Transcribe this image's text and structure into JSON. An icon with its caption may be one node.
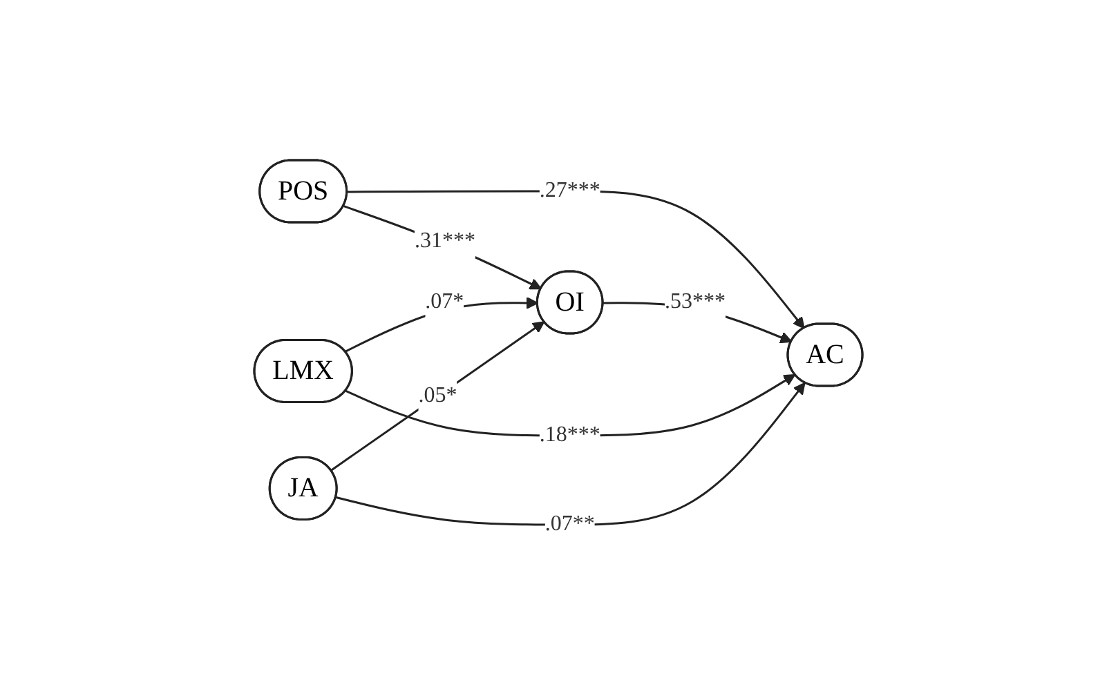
{
  "diagram": {
    "nodes": [
      {
        "text": [
          "POS"
        ]
      },
      {
        "text": [
          "LMX"
        ]
      },
      {
        "text": [
          "JA"
        ]
      },
      {
        "text": [
          "OI"
        ]
      },
      {
        "text": [
          "AC"
        ]
      }
    ],
    "edges": [
      {
        "from": 0,
        "to": 4,
        "arrow": "to",
        "label": ".27***"
      },
      {
        "from": 0,
        "to": 3,
        "arrow": "to",
        "label": ".31***"
      },
      {
        "from": 1,
        "to": 3,
        "arrow": "to",
        "label": ".07*"
      },
      {
        "from": 3,
        "to": 4,
        "arrow": "to",
        "label": ".53***"
      },
      {
        "from": 1,
        "to": 4,
        "arrow": "to",
        "label": ".18***"
      },
      {
        "from": 2,
        "to": 3,
        "arrow": "to",
        "label": ".05*"
      },
      {
        "from": 2,
        "to": 4,
        "arrow": "to",
        "label": ".07**"
      }
    ]
  }
}
